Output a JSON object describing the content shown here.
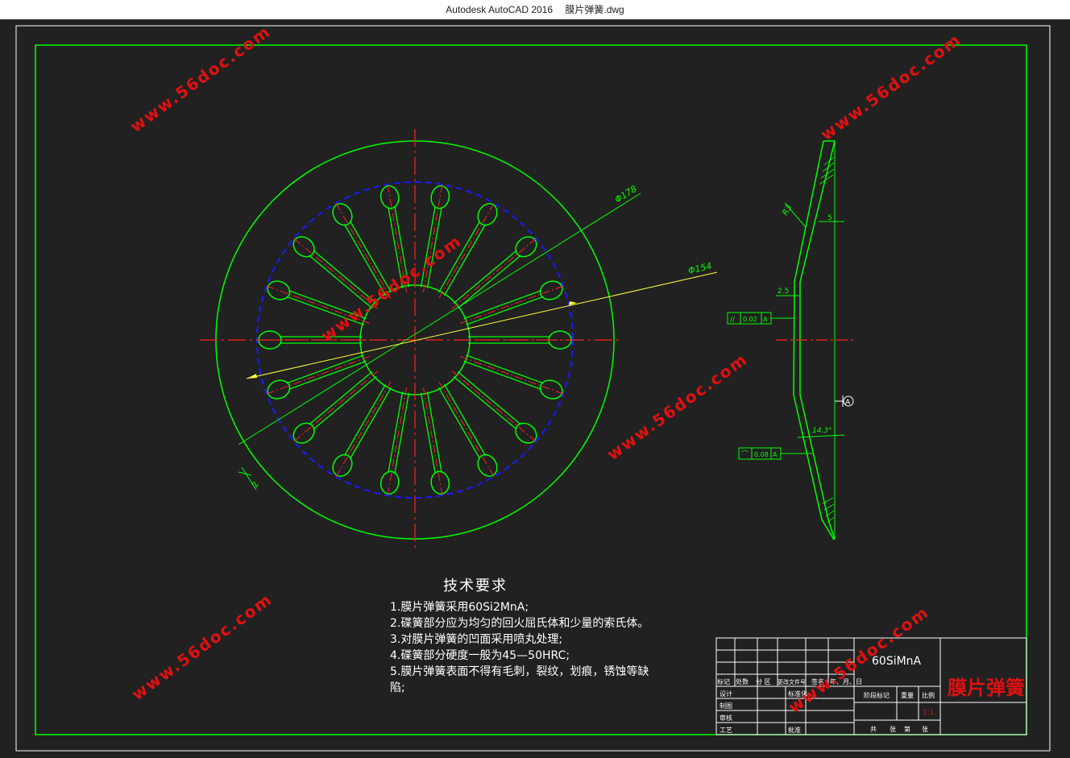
{
  "window": {
    "app_title": "Autodesk AutoCAD 2016",
    "file_name": "膜片弹簧.dwg"
  },
  "colors": {
    "background": "#212121",
    "outline_green": "#00ff00",
    "center_line_red": "#ff2020",
    "hidden_line_blue": "#1a1aff",
    "leader_yellow": "#ffff40",
    "text_white": "#ffffff",
    "watermark_red": "#e01010"
  },
  "drawing": {
    "dimensions": {
      "outer_dia": "Φ178",
      "mid_dia": "Φ154",
      "slot_width": "2",
      "radius": "R3",
      "thickness_top": "5",
      "offset": "2.5",
      "angle": "14.3°"
    },
    "tolerances": [
      {
        "symbol": "//",
        "value": "0.02",
        "datum": "A"
      },
      {
        "symbol": "⌒",
        "value": "0.08",
        "datum": "A"
      }
    ]
  },
  "tech_requirements": {
    "heading": "技术要求",
    "items": [
      "1.膜片弹簧采用60Si2MnA;",
      "2.碟簧部分应为均匀的回火屈氏体和少量的索氏体。",
      "3.对膜片弹簧的凹面采用喷丸处理;",
      "4.碟簧部分硬度一般为45—50HRC;",
      "5.膜片弹簧表面不得有毛刺，裂纹，划痕，锈蚀等缺",
      "陷;"
    ]
  },
  "title_block": {
    "material": "60SiMnA",
    "part_name": "膜片弹簧",
    "headers": [
      "标记",
      "处数",
      "分 区",
      "更改文件号",
      "签名",
      "年、月、日"
    ],
    "left_labels": [
      "设计",
      "制图",
      "审核",
      "工艺"
    ],
    "mid_labels": [
      "标准化",
      "批准"
    ],
    "stage_headers": [
      "阶段标记",
      "重量",
      "比例"
    ],
    "scale": "1:1",
    "sheet_text": [
      "共",
      "张",
      "第",
      "张"
    ]
  },
  "watermark": "www.56doc.com"
}
